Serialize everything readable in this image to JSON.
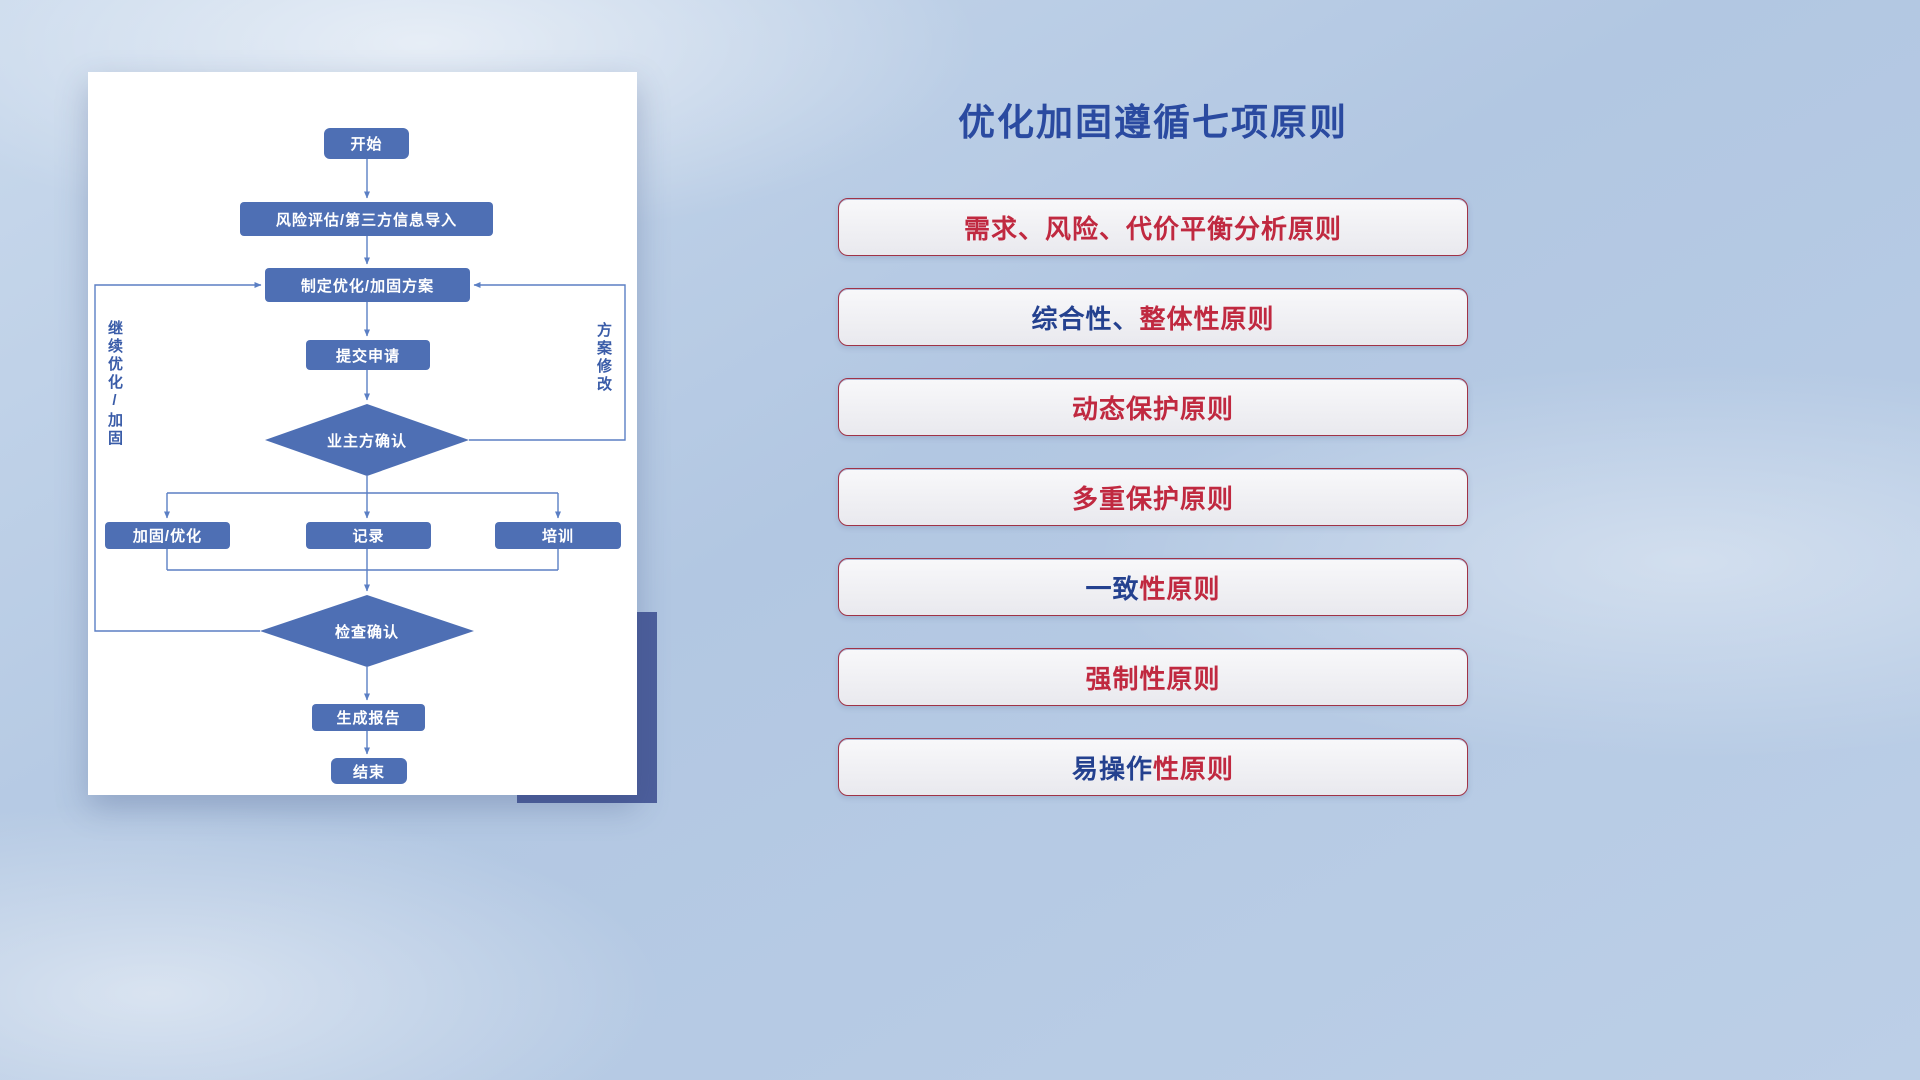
{
  "title": "优化加固遵循七项原则",
  "flowchart": {
    "nodes": {
      "start": "开始",
      "risk": "风险评估/第三方信息导入",
      "plan": "制定优化/加固方案",
      "submit": "提交申请",
      "owner_confirm": "业主方确认",
      "reinforce": "加固/优化",
      "record": "记录",
      "training": "培训",
      "check_confirm": "检查确认",
      "report": "生成报告",
      "end": "结束"
    },
    "labels": {
      "left_loop": "继续优化/加固",
      "right_loop": "方案修改"
    }
  },
  "principles": [
    {
      "segments": [
        {
          "text": "需求、风险、代价平衡分析原则",
          "color": "red"
        }
      ]
    },
    {
      "segments": [
        {
          "text": "综合性、",
          "color": "blue"
        },
        {
          "text": "整体性原则",
          "color": "red"
        }
      ]
    },
    {
      "segments": [
        {
          "text": "动态保护原则",
          "color": "red"
        }
      ]
    },
    {
      "segments": [
        {
          "text": "多重保护原则",
          "color": "red"
        }
      ]
    },
    {
      "segments": [
        {
          "text": "一致",
          "color": "blue"
        },
        {
          "text": "性原则",
          "color": "red"
        }
      ]
    },
    {
      "segments": [
        {
          "text": "强制性原则",
          "color": "red"
        }
      ]
    },
    {
      "segments": [
        {
          "text": "易操作",
          "color": "blue"
        },
        {
          "text": "性原则",
          "color": "red"
        }
      ]
    }
  ],
  "colors": {
    "red": "#c02940",
    "blue": "#24418f",
    "node_fill": "#4e6fb4",
    "connector": "#5b7fc4",
    "title": "#2a4aa0"
  }
}
